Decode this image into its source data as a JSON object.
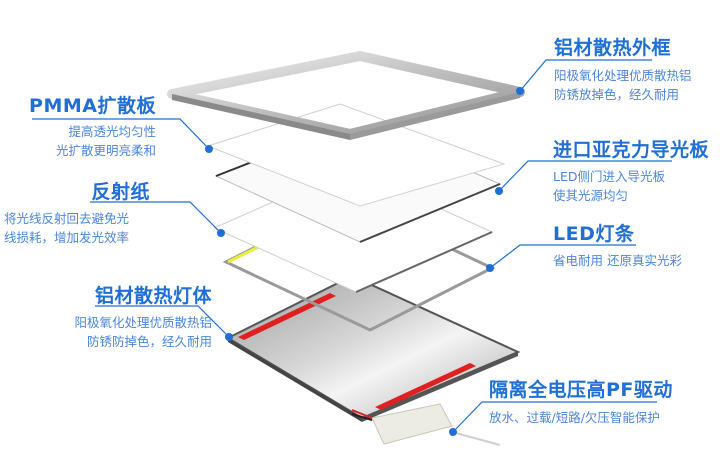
{
  "diagram": {
    "type": "exploded-view",
    "subject": "LED panel light layers",
    "accent_color": "#1f6fd6",
    "text_color": "#4a86df",
    "strip_color": "#e02020"
  },
  "callouts": {
    "frame": {
      "title": "铝材散热外框",
      "lines": [
        "阳极氧化处理优质散热铝",
        "防锈放掉色，经久耐用"
      ]
    },
    "diffuser": {
      "title": "PMMA扩散板",
      "lines": [
        "提高透光均匀性",
        "光扩散更明亮柔和"
      ]
    },
    "light_guide": {
      "title": "进口亚克力导光板",
      "lines": [
        "LED侧门进入导光板",
        "使其光源均匀"
      ]
    },
    "reflector": {
      "title": "反射纸",
      "lines": [
        "将光线反射回去避免光",
        "线损耗，增加发光效率"
      ]
    },
    "led_strip": {
      "title": "LED灯条",
      "lines": [
        "省电耐用 还原真实光彩"
      ]
    },
    "housing": {
      "title": "铝材散热灯体",
      "lines": [
        "阳极氧化处理优质散热铝",
        "防锈防掉色，经久耐用"
      ]
    },
    "driver": {
      "title": "隔离全电压高PF驱动",
      "lines": [
        "放水、过载/短路/欠压智能保护"
      ]
    }
  }
}
